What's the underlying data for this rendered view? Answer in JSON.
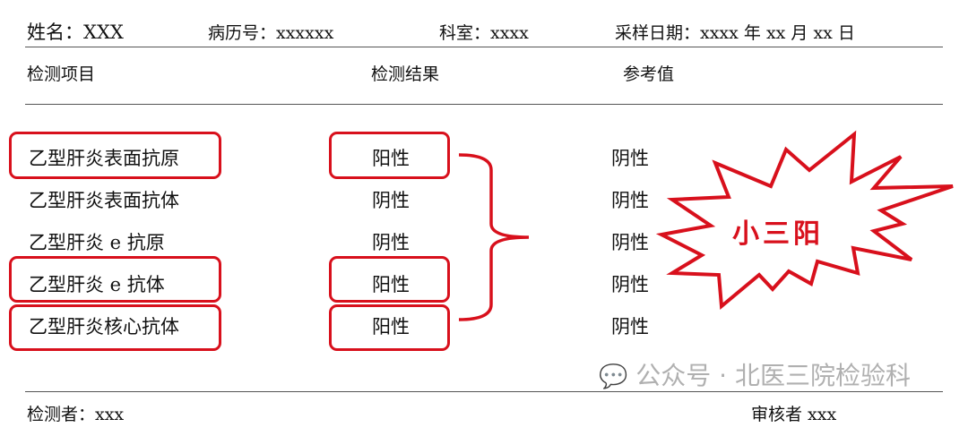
{
  "header": {
    "name": "姓名：XXX",
    "record_no": "病历号：xxxxxx",
    "department": "科室：xxxx",
    "sample_date": "采样日期：xxxx 年 xx 月 xx 日"
  },
  "columns": {
    "item": "检测项目",
    "result": "检测结果",
    "reference": "参考值"
  },
  "rows": [
    {
      "item": "乙型肝炎表面抗原",
      "result": "阳性",
      "reference": "阴性",
      "highlighted": true
    },
    {
      "item": "乙型肝炎表面抗体",
      "result": "阴性",
      "reference": "阴性",
      "highlighted": false
    },
    {
      "item": "乙型肝炎 e 抗原",
      "result": "阴性",
      "reference": "阴性",
      "highlighted": false
    },
    {
      "item": "乙型肝炎 e 抗体",
      "result": "阳性",
      "reference": "阴性",
      "highlighted": true
    },
    {
      "item": "乙型肝炎核心抗体",
      "result": "阳性",
      "reference": "阴性",
      "highlighted": true
    }
  ],
  "callout": {
    "text": "小三阳",
    "color": "#d8101c"
  },
  "footer": {
    "tester": "检测者：xxx",
    "reviewer": "审核者 xxx"
  },
  "watermark": "公众号 · 北医三院检验科"
}
